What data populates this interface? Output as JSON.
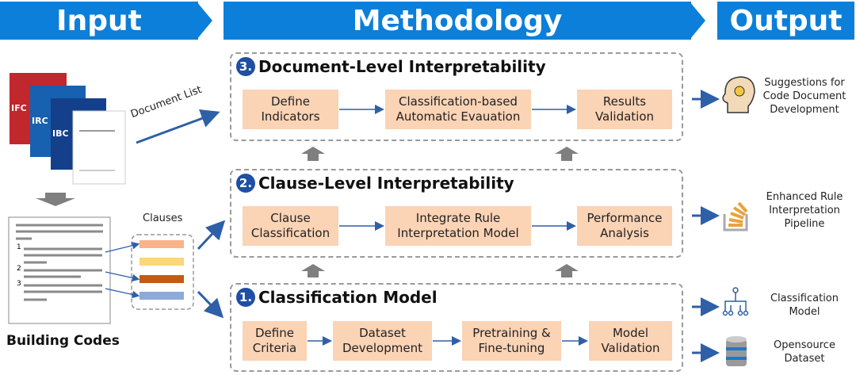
{
  "headers": {
    "input": "Input",
    "methodology": "Methodology",
    "output": "Output"
  },
  "input": {
    "document_list_label": "Document List",
    "clauses_label": "Clauses",
    "building_codes_label": "Building Codes",
    "doc_numbers": [
      "1",
      "2",
      "3"
    ],
    "cover_labels": [
      "IFC",
      "IRC",
      "IBC"
    ],
    "clause_colors": [
      "#f9b48a",
      "#fbd77a",
      "#c55a11",
      "#8eaadb"
    ]
  },
  "sections": [
    {
      "number": "3.",
      "title": "Document-Level Interpretability",
      "steps": [
        "Define\nIndicators",
        "Classification-based\nAutomatic Evauation",
        "Results\nValidation"
      ]
    },
    {
      "number": "2.",
      "title": "Clause-Level Interpretability",
      "steps": [
        "Clause\nClassification",
        "Integrate Rule\nInterpretation Model",
        "Performance\nAnalysis"
      ]
    },
    {
      "number": "1.",
      "title": "Classification Model",
      "steps": [
        "Define\nCriteria",
        "Dataset\nDevelopment",
        "Pretraining &\nFine-tuning",
        "Model\nValidation"
      ]
    }
  ],
  "outputs": [
    {
      "label": "Suggestions for\nCode Document\nDevelopment",
      "icon": "lightbulb-head-icon"
    },
    {
      "label": "Enhanced Rule\nInterpretation\nPipeline",
      "icon": "stack-icon"
    },
    {
      "label": "Classification\nModel",
      "icon": "network-icon"
    },
    {
      "label": "Opensource\nDataset",
      "icon": "database-icon"
    }
  ]
}
